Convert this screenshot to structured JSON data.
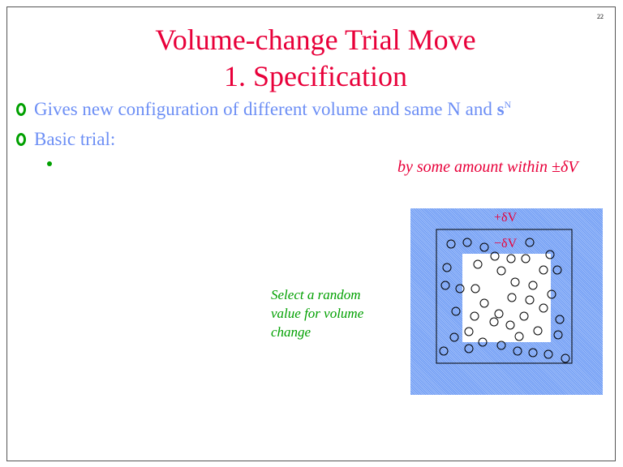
{
  "page_number": "22",
  "title_line1": "Volume-change Trial Move",
  "title_line2": "1. Specification",
  "bullets": [
    {
      "text": "Gives new configuration of different volume and same N and ",
      "bold_symbol": "s",
      "superscript": "N"
    },
    {
      "text": "Basic trial:"
    }
  ],
  "sub_bullet_text": "by some amount within ±δV",
  "annotation": "Select a random\nvalue for volume\nchange",
  "diagram": {
    "plus_label": "+δV",
    "minus_label": "−δV",
    "colors": {
      "panel": "#6d9bf5",
      "label": "#e8003a"
    }
  }
}
